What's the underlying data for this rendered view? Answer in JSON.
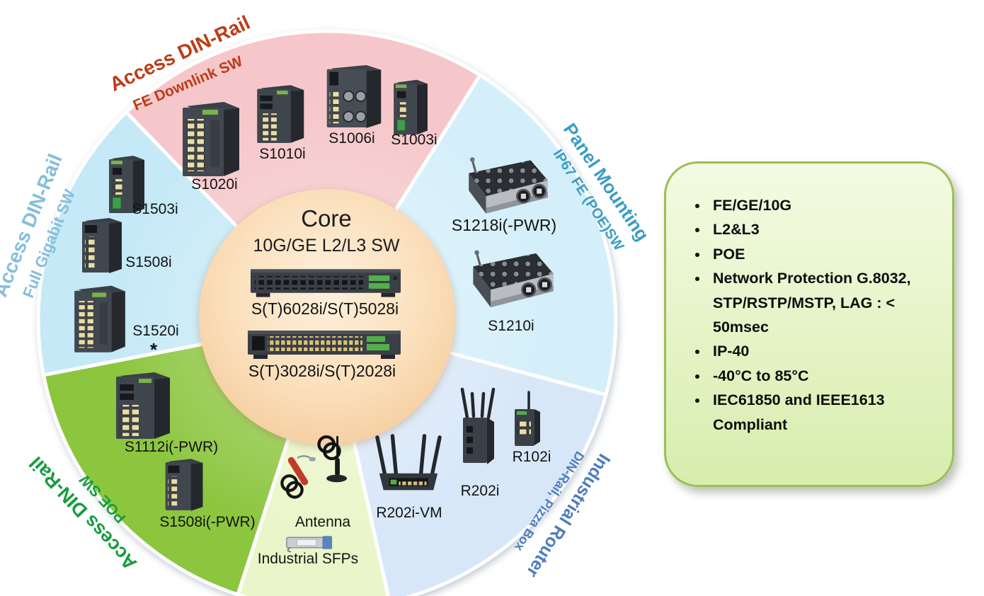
{
  "wheel": {
    "core": {
      "title": "Core",
      "subtitle": "10G/GE L2/L3 SW",
      "products": [
        "S(T)6028i/S(T)5028i",
        "S(T)3028i/S(T)2028i"
      ],
      "bg": "#f9dcb4"
    },
    "sectors": [
      {
        "id": "access-din-rail-fe",
        "title": "Access DIN-Rail",
        "subtitle": "FE Downlink SW",
        "label_color": "#bc3c16",
        "bg": "#f6c7ca",
        "products": [
          "S1020i",
          "S1010i",
          "S1006i",
          "S1003i"
        ]
      },
      {
        "id": "panel-mounting",
        "title": "Panel Mounting",
        "subtitle": "IP67 FE (POE)SW",
        "label_color": "#3b9dc4",
        "bg": "#d5effa",
        "products": [
          "S1218i(-PWR)",
          "S1210i"
        ]
      },
      {
        "id": "industrial-router",
        "title": "Industrial Router",
        "subtitle": "DIN-Rail, Pizza Box",
        "label_color": "#4d7cc0",
        "bg": "#d8e7f8",
        "products": [
          "R202i-VM",
          "R202i",
          "R102i"
        ]
      },
      {
        "id": "accessories",
        "title": "",
        "subtitle": "",
        "label_color": "#111111",
        "bg": "#eaf6c9",
        "products": [
          "Antenna",
          "Industrial SFPs"
        ]
      },
      {
        "id": "access-din-rail-poe",
        "title": "Access DIN-Rail",
        "subtitle": "POE SW",
        "label_color": "#169c3c",
        "bg": "#8cc63f",
        "products": [
          "S1112i(-PWR)",
          "S1508i(-PWR)"
        ]
      },
      {
        "id": "access-din-rail-gigabit",
        "title": "Access DIN-Rail",
        "subtitle": "Full Gigabit SW",
        "label_color": "#85bedb",
        "bg": "#c5e9f6",
        "products": [
          "S1503i",
          "S1508i",
          "S1520i"
        ],
        "note": "*"
      }
    ]
  },
  "features": {
    "border_color": "#9bbf56",
    "items": [
      "FE/GE/10G",
      "L2&L3",
      "POE",
      "Network Protection G.8032, STP/RSTP/MSTP, LAG : < 50msec",
      "IP-40",
      "-40°C to 85°C",
      "IEC61850 and IEEE1613 Compliant"
    ]
  }
}
